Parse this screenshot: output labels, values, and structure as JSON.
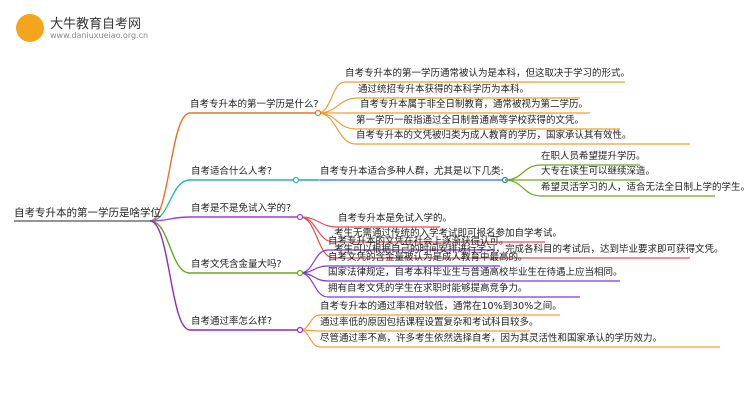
{
  "brand": {
    "title": "大牛教育自考网",
    "url": "www.daniuxueiao.org.cn"
  },
  "colors": {
    "c1": "#e8712b",
    "c2": "#2cb7a8",
    "c3": "#a53cc8",
    "c4": "#6aa61f",
    "c5": "#8b2fb4",
    "c_q1": "#e9a13a",
    "c_q2_l2": "#1e7fc0",
    "c_q2_l3": "#6ea81f",
    "c_q3": "#e05050",
    "c_q4": "#7a3ad0",
    "c_q5": "#f0a030"
  },
  "root": "自考专升本的第一学历是啥学位",
  "q1": {
    "label": "自考专升本的第一学历是什么?",
    "items": [
      "自考专升本的第一学历通常被认为是本科，但这取决于学习的形式。",
      "通过统招专升本获得的本科学历为本科。",
      "自考专升本属于非全日制教育，通常被视为第二学历。",
      "第一学历一般指通过全日制普通高等学校获得的文凭。",
      "自考专升本的文凭被归类为成人教育的学历，国家承认其有效性。"
    ]
  },
  "q2": {
    "label": "自考适合什么人考?",
    "mid": "自考专升本适合多种人群，尤其是以下几类:",
    "items": [
      "在职人员希望提升学历。",
      "大专在读生可以继续深造。",
      "希望灵活学习的人，适合无法全日制上学的学生。"
    ]
  },
  "q3": {
    "label": "自考是不是免试入学的?",
    "items": [
      "自考专升本是免试入学的。",
      "考生无需通过传统的入学考试即可报名参加自学考试。",
      "考生可以根据自己的时间安排进行学习，完成各科目的考试后，达到毕业要求即可获得文凭。"
    ]
  },
  "q4": {
    "label": "自考文凭含金量大吗?",
    "items": [
      "自考专升本的文凭在社会上逐渐获得认可。",
      "自考文凭的含金量被认为是成人教育中最高的。",
      "国家法律规定，自考本科毕业生与普通高校毕业生在待遇上应当相同。",
      "拥有自考文凭的学生在求职时能够提高竞争力。"
    ]
  },
  "q5": {
    "label": "自考通过率怎么样?",
    "items": [
      "自考专升本的通过率相对较低，通常在10%到30%之间。",
      "通过率低的原因包括课程设置复杂和考试科目较多。",
      "尽管通过率不高，许多考生依然选择自考，因为其灵活性和国家承认的学历效力。"
    ]
  }
}
